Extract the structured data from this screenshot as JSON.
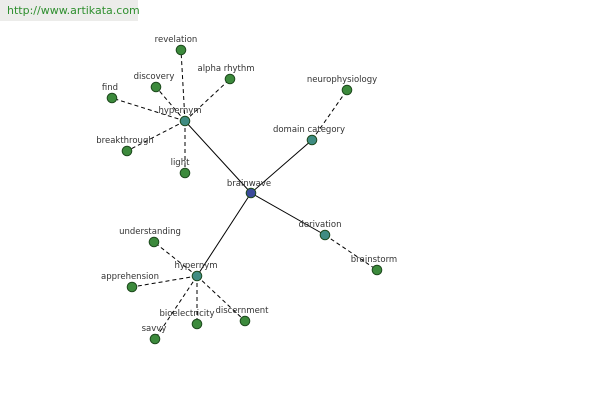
{
  "banner": {
    "url": "http://www.artikata.com"
  },
  "colors": {
    "center_node": "#3b4a9a",
    "relation_node": "#3f8c82",
    "leaf_node": "#3c8a3c",
    "node_stroke": "#1e4a1e",
    "edge": "#000000",
    "label": "#333333"
  },
  "graph": {
    "center": "brainwave",
    "relations": [
      {
        "id": "hypernym-top",
        "label": "hypernym",
        "leaves": [
          "revelation",
          "discovery",
          "alpha rhythm",
          "find",
          "breakthrough",
          "light"
        ]
      },
      {
        "id": "domain-category",
        "label": "domain category",
        "leaves": [
          "neurophysiology"
        ]
      },
      {
        "id": "derivation",
        "label": "derivation",
        "leaves": [
          "brainstorm"
        ]
      },
      {
        "id": "hypernym-bottom",
        "label": "hypernym",
        "leaves": [
          "understanding",
          "apprehension",
          "savvy",
          "bioelectricity",
          "discernment"
        ]
      }
    ]
  }
}
